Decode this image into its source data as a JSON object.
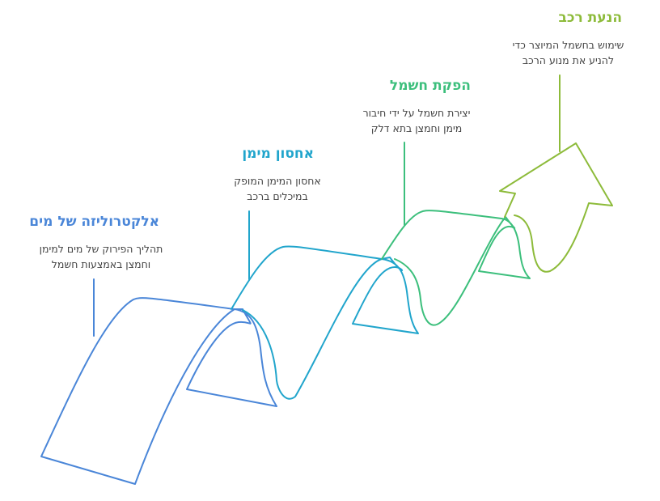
{
  "steps": [
    {
      "title": "אלקטרוליזה של מים",
      "desc_line1": "תהליך הפירוק של מים למימן",
      "desc_line2": "וחמצן באמצעות חשמל",
      "color": "#4a86d8"
    },
    {
      "title": "אחסון מימן",
      "desc_line1": "אחסון המימן המופק",
      "desc_line2": "במיכלים ברכב",
      "color": "#21a5cc"
    },
    {
      "title": "הפקת חשמל",
      "desc_line1": "יצירת חשמל על ידי חיבור",
      "desc_line2": "מימן וחמצן בתא דלק",
      "color": "#3cbf7c"
    },
    {
      "title": "הנעת רכב",
      "desc_line1": "שימוש בחשמל המיוצר כדי",
      "desc_line2": "להניע את מנוע הרכב",
      "color": "#8dbb3a"
    }
  ]
}
